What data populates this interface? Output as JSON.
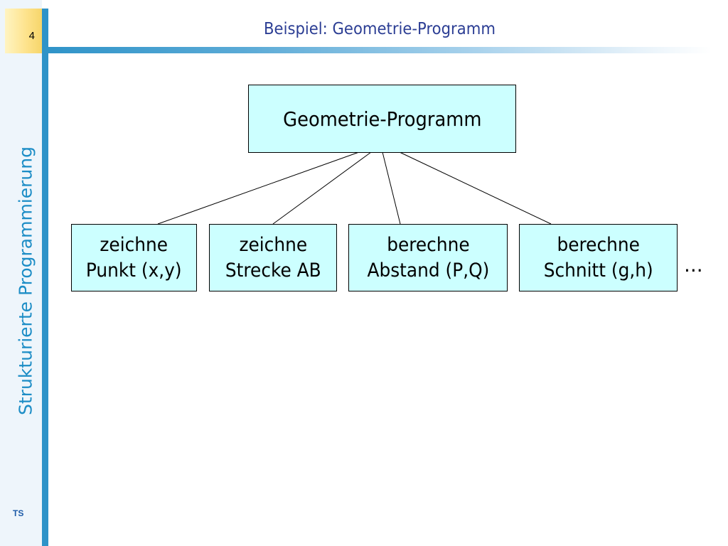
{
  "slide": {
    "page_number": "4",
    "title": "Beispiel: Geometrie-Programm",
    "side_title": "Strukturierte Programmierung",
    "footer_label": "TS"
  },
  "diagram": {
    "root": "Geometrie-Programm",
    "children": [
      "zeichne\nPunkt (x,y)",
      "zeichne\nStrecke AB",
      "berechne\nAbstand (P,Q)",
      "berechne\nSchnitt (g,h)"
    ],
    "continuation": "..."
  },
  "colors": {
    "node_fill": "#ccffff",
    "accent_bar": "#2e93c8",
    "title_text": "#2c3e94",
    "side_text": "#1d8dc6",
    "page_box": "#fde28a"
  }
}
